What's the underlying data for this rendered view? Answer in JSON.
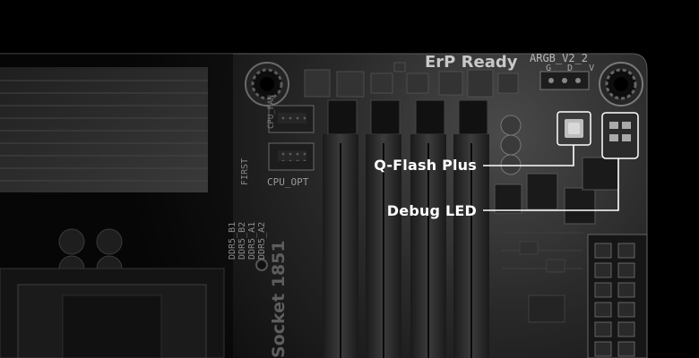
{
  "callouts": {
    "qflash": "Q-Flash Plus",
    "debug": "Debug LED"
  },
  "silkscreen": {
    "erp": "ErP Ready",
    "argb": "ARGB_V2_2",
    "argb_pins": "G D V",
    "cpu_opt": "CPU_OPT",
    "cpu_fan": "CPU_FAN",
    "first": "FIRST",
    "ddr": [
      "DDR5_B1",
      "DDR5_B2",
      "DDR5_A1",
      "DDR5_A2"
    ],
    "socket": "Socket 1851"
  },
  "colors": {
    "background": "#000000",
    "board": "#2a2a2a",
    "highlight": "#ffffff",
    "label": "#ffffff"
  }
}
